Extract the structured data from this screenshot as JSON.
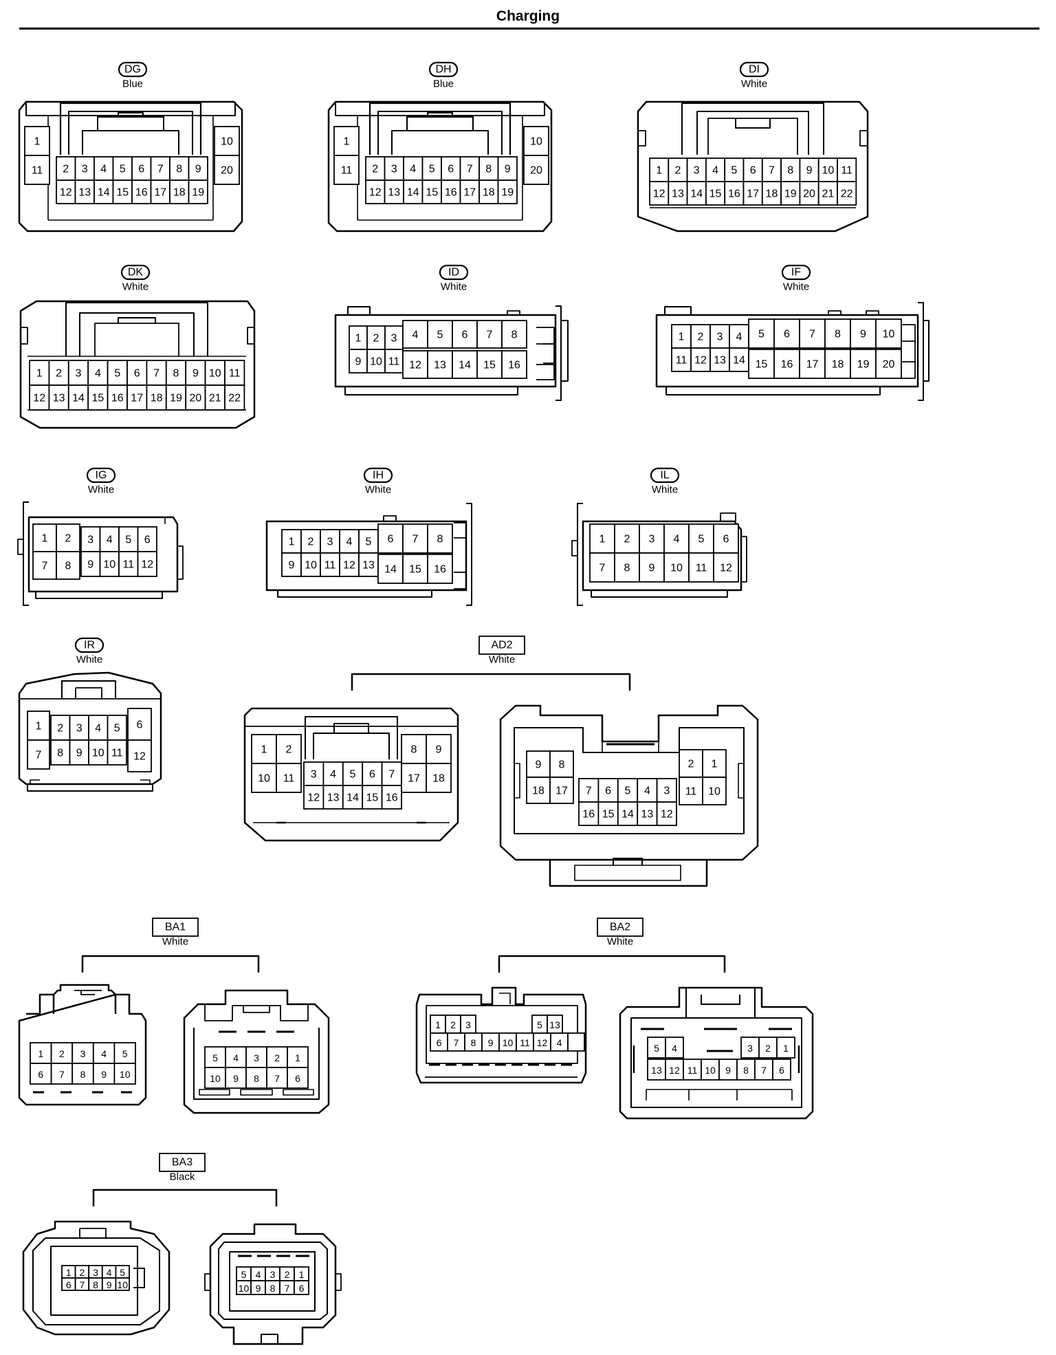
{
  "page": {
    "title": "Charging"
  },
  "connectors": [
    {
      "id": "DG",
      "code": "DG",
      "label_style": "oval",
      "color": "Blue",
      "views": [
        {
          "pins": [
            "1",
            "11",
            "2",
            "3",
            "4",
            "5",
            "6",
            "7",
            "8",
            "9",
            "12",
            "13",
            "14",
            "15",
            "16",
            "17",
            "18",
            "19",
            "10",
            "20"
          ]
        }
      ]
    },
    {
      "id": "DH",
      "code": "DH",
      "label_style": "oval",
      "color": "Blue",
      "views": [
        {
          "pins": [
            "1",
            "11",
            "2",
            "3",
            "4",
            "5",
            "6",
            "7",
            "8",
            "9",
            "12",
            "13",
            "14",
            "15",
            "16",
            "17",
            "18",
            "19",
            "10",
            "20"
          ]
        }
      ]
    },
    {
      "id": "DI",
      "code": "DI",
      "label_style": "oval",
      "color": "White",
      "views": [
        {
          "pins": [
            "1",
            "2",
            "3",
            "4",
            "5",
            "6",
            "7",
            "8",
            "9",
            "10",
            "11",
            "12",
            "13",
            "14",
            "15",
            "16",
            "17",
            "18",
            "19",
            "20",
            "21",
            "22"
          ]
        }
      ]
    },
    {
      "id": "DK",
      "code": "DK",
      "label_style": "oval",
      "color": "White",
      "views": [
        {
          "pins": [
            "1",
            "2",
            "3",
            "4",
            "5",
            "6",
            "7",
            "8",
            "9",
            "10",
            "11",
            "12",
            "13",
            "14",
            "15",
            "16",
            "17",
            "18",
            "19",
            "20",
            "21",
            "22"
          ]
        }
      ]
    },
    {
      "id": "ID",
      "code": "ID",
      "label_style": "oval",
      "color": "White",
      "views": [
        {
          "pins": [
            "1",
            "2",
            "3",
            "9",
            "10",
            "11",
            "4",
            "5",
            "6",
            "7",
            "8",
            "12",
            "13",
            "14",
            "15",
            "16"
          ]
        }
      ]
    },
    {
      "id": "IF",
      "code": "IF",
      "label_style": "oval",
      "color": "White",
      "views": [
        {
          "pins": [
            "1",
            "2",
            "3",
            "4",
            "11",
            "12",
            "13",
            "14",
            "5",
            "6",
            "7",
            "8",
            "9",
            "10",
            "15",
            "16",
            "17",
            "18",
            "19",
            "20"
          ]
        }
      ]
    },
    {
      "id": "IG",
      "code": "IG",
      "label_style": "oval",
      "color": "White",
      "views": [
        {
          "pins": [
            "1",
            "2",
            "7",
            "8",
            "3",
            "4",
            "5",
            "6",
            "9",
            "10",
            "11",
            "12"
          ]
        }
      ]
    },
    {
      "id": "IH",
      "code": "IH",
      "label_style": "oval",
      "color": "White",
      "views": [
        {
          "pins": [
            "1",
            "2",
            "3",
            "4",
            "5",
            "9",
            "10",
            "11",
            "12",
            "13",
            "6",
            "7",
            "8",
            "14",
            "15",
            "16"
          ]
        }
      ]
    },
    {
      "id": "IL",
      "code": "IL",
      "label_style": "oval",
      "color": "White",
      "views": [
        {
          "pins": [
            "1",
            "2",
            "3",
            "4",
            "5",
            "6",
            "7",
            "8",
            "9",
            "10",
            "11",
            "12"
          ]
        }
      ]
    },
    {
      "id": "IR",
      "code": "IR",
      "label_style": "oval",
      "color": "White",
      "views": [
        {
          "pins": [
            "1",
            "7",
            "2",
            "3",
            "4",
            "5",
            "8",
            "9",
            "10",
            "11",
            "6",
            "12"
          ]
        }
      ]
    },
    {
      "id": "AD2",
      "code": "AD2",
      "label_style": "box",
      "color": "White",
      "views": [
        {
          "pins": [
            "1",
            "2",
            "10",
            "11",
            "3",
            "4",
            "5",
            "6",
            "7",
            "12",
            "13",
            "14",
            "15",
            "16",
            "8",
            "9",
            "17",
            "18"
          ]
        },
        {
          "pins": [
            "9",
            "8",
            "18",
            "17",
            "7",
            "6",
            "5",
            "4",
            "3",
            "16",
            "15",
            "14",
            "13",
            "12",
            "2",
            "1",
            "11",
            "10"
          ]
        }
      ]
    },
    {
      "id": "BA1",
      "code": "BA1",
      "label_style": "box",
      "color": "White",
      "views": [
        {
          "pins": [
            "1",
            "2",
            "3",
            "4",
            "5",
            "6",
            "7",
            "8",
            "9",
            "10"
          ]
        },
        {
          "pins": [
            "5",
            "4",
            "3",
            "2",
            "1",
            "10",
            "9",
            "8",
            "7",
            "6"
          ]
        }
      ]
    },
    {
      "id": "BA2",
      "code": "BA2",
      "label_style": "box",
      "color": "White",
      "views": [
        {
          "pins": [
            "1",
            "2",
            "3",
            "6",
            "7",
            "8",
            "9",
            "10",
            "11",
            "12",
            "4",
            "5",
            "13"
          ]
        },
        {
          "pins": [
            "5",
            "4",
            "3",
            "2",
            "1",
            "13",
            "12",
            "11",
            "10",
            "9",
            "8",
            "7",
            "6"
          ]
        }
      ]
    },
    {
      "id": "BA3",
      "code": "BA3",
      "label_style": "box",
      "color": "Black",
      "views": [
        {
          "pins": [
            "1",
            "2",
            "3",
            "4",
            "5",
            "6",
            "7",
            "8",
            "9",
            "10"
          ]
        },
        {
          "pins": [
            "5",
            "4",
            "3",
            "2",
            "1",
            "10",
            "9",
            "8",
            "7",
            "6"
          ]
        }
      ]
    }
  ]
}
